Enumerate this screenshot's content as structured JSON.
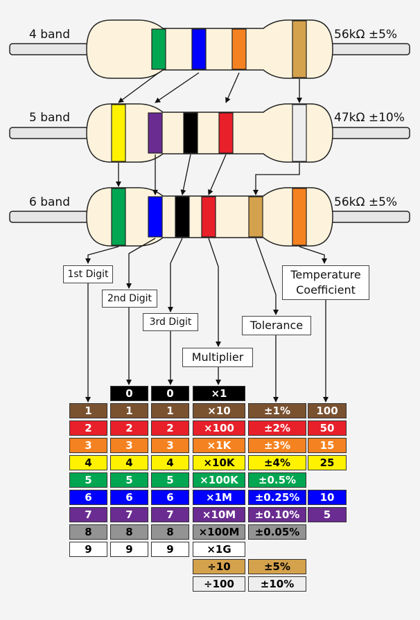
{
  "resistors": [
    {
      "name": "4 band",
      "value": "56kΩ ±5%"
    },
    {
      "name": "5 band",
      "value": "47kΩ ±10%"
    },
    {
      "name": "6 band",
      "value": "56kΩ ±5%"
    }
  ],
  "captions": {
    "first_digit": "1st Digit",
    "second_digit": "2nd Digit",
    "third_digit": "3rd Digit",
    "multiplier": "Multiplier",
    "tolerance": "Tolerance",
    "tempco_line1": "Temperature",
    "tempco_line2": "Coefficient"
  },
  "colors": {
    "black": "#000000",
    "brown": "#7a5230",
    "red": "#e8202a",
    "orange": "#f58220",
    "yellow": "#fff200",
    "green": "#00a651",
    "blue": "#0000ff",
    "violet": "#6a2c91",
    "grey": "#939393",
    "white": "#ffffff",
    "gold": "#d4a24c",
    "silver": "#eeeeee",
    "body": "#fdf3dc"
  },
  "table": {
    "digit_rows": [
      "0",
      "1",
      "2",
      "3",
      "4",
      "5",
      "6",
      "7",
      "8",
      "9"
    ],
    "first_digit_rows": [
      "1",
      "2",
      "3",
      "4",
      "5",
      "6",
      "7",
      "8",
      "9"
    ],
    "multipliers": [
      "×1",
      "×10",
      "×100",
      "×1K",
      "×10K",
      "×100K",
      "×1M",
      "×10M",
      "×100M",
      "×1G",
      "÷10",
      "÷100"
    ],
    "tolerances": [
      "±1%",
      "±2%",
      "±3%",
      "±4%",
      "±0.5%",
      "±0.25%",
      "±0.10%",
      "±0.05%",
      "±5%",
      "±10%"
    ],
    "tempcos": [
      "100",
      "50",
      "15",
      "25",
      "10",
      "5"
    ]
  }
}
